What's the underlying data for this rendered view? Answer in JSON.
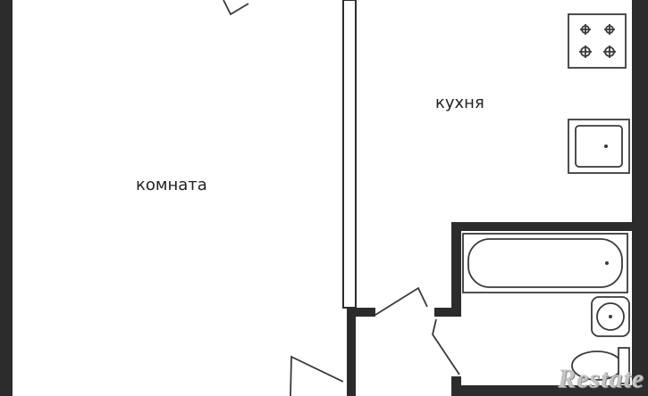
{
  "rooms": {
    "living": "комната",
    "kitchen": "кухня"
  },
  "watermark": "Restate",
  "colors": {
    "wall": "#2c2c2c",
    "fixture_outline": "#3a3a3a",
    "background": "#ffffff",
    "watermark": "#c4c4c4"
  },
  "icons": [
    "stove-icon",
    "kitchen-sink-icon",
    "bathtub-icon",
    "washbasin-icon",
    "toilet-icon",
    "door-swing-icon"
  ]
}
